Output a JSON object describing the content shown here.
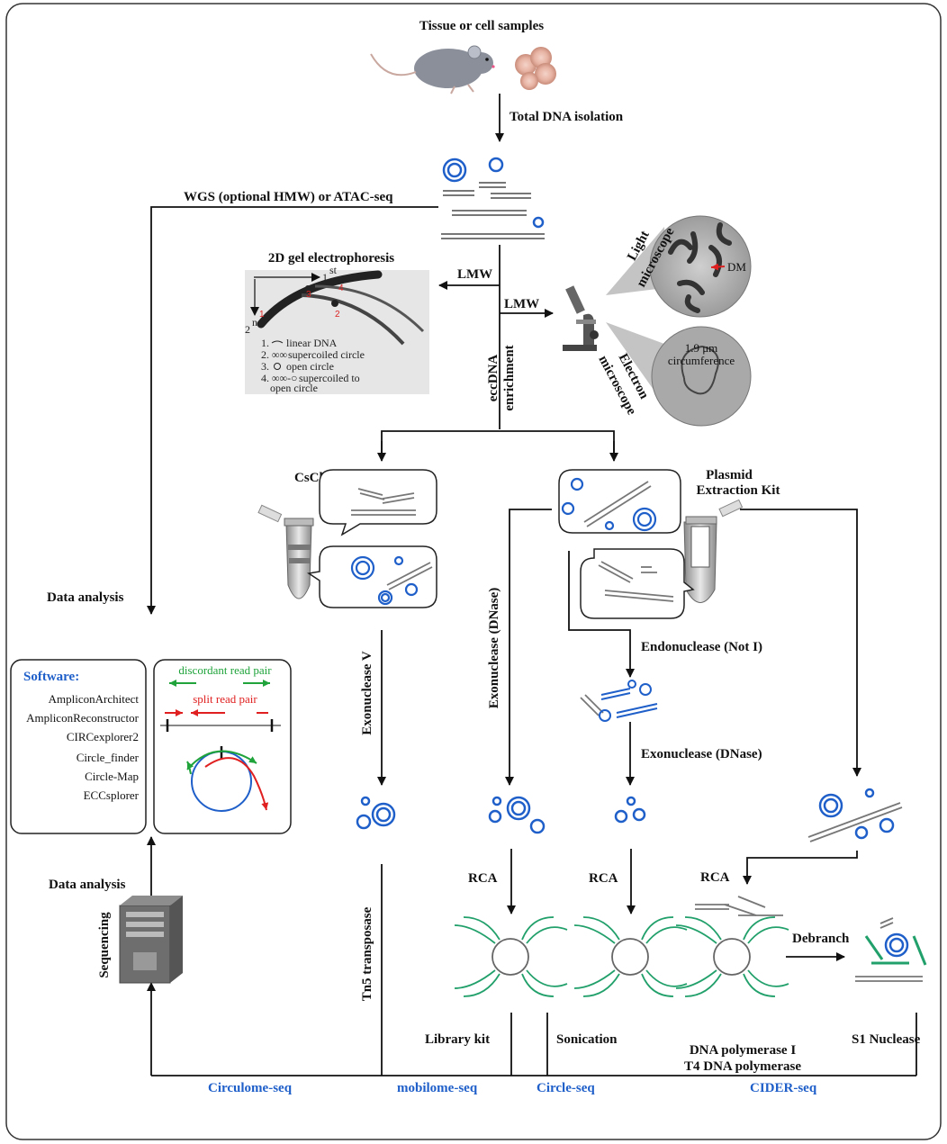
{
  "top": {
    "title": "Tissue or cell samples",
    "isolation": "Total DNA isolation"
  },
  "left": {
    "wgs": "WGS (optional HMW) or ATAC-seq",
    "data_analysis_1": "Data analysis",
    "data_analysis_2": "Data analysis",
    "sequencing": "Sequencing"
  },
  "gel": {
    "title": "2D gel electrophoresis",
    "dim1": "1",
    "dim1_sup": "st",
    "dim2": "2",
    "dim2_sup": "nd",
    "legend": [
      "1.",
      "linear DNA",
      "2.",
      "supercoiled circle",
      "3.",
      "open circle",
      "4.",
      "supercoiled to",
      "open circle"
    ],
    "marks": [
      "1",
      "2",
      "3",
      "4"
    ]
  },
  "branches": {
    "lmw_left": "LMW",
    "lmw_right": "LMW",
    "enrichment_1": "eccDNA",
    "enrichment_2": "enrichment"
  },
  "microscopy": {
    "light": [
      "Light",
      "microscope"
    ],
    "dm": "DM",
    "electron": [
      "Electron",
      "microscope"
    ],
    "em_note": [
      "1.9 μm",
      "circumference"
    ]
  },
  "methods": {
    "cscl": "CsCl-EB",
    "plasmid": [
      "Plasmid",
      "Extraction Kit"
    ],
    "exo_v": "Exonuclease V",
    "exo_dnase_vert": "Exonuclease (DNase)",
    "endonuclease": "Endonuclease (Not I)",
    "exo_dnase": "Exonuclease (DNase)",
    "rca": [
      "RCA",
      "RCA",
      "RCA"
    ],
    "debranch": "Debranch",
    "tn5": "Tn5 transposase",
    "library": "Library kit",
    "sonication": "Sonication",
    "polymerase": [
      "DNA polymerase I",
      "T4 DNA polymerase"
    ],
    "s1": "S1 Nuclease"
  },
  "software": {
    "title": "Software:",
    "items": [
      "AmpliconArchitect",
      "AmpliconReconstructor",
      "CIRCexplorer2",
      "Circle_finder",
      "Circle-Map",
      "ECCsplorer"
    ],
    "discordant": "discordant read pair",
    "split": "split read pair"
  },
  "seq_methods": [
    "Circulome-seq",
    "mobilome-seq",
    "Circle-seq",
    "CIDER-seq"
  ],
  "colors": {
    "dna_blue": "#1f5fc9",
    "rca_green": "#22a06b",
    "read_red": "#e02020",
    "read_green": "#1fa33a",
    "label_blue": "#1f5fc9"
  }
}
